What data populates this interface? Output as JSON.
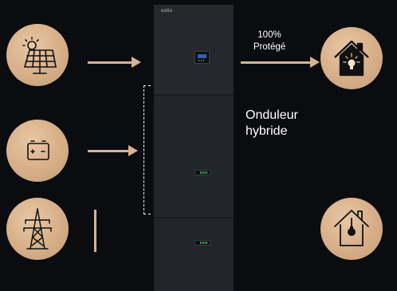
{
  "protected_label": "100% Protégé",
  "protected_line1": "100%",
  "protected_line2": "Protégé",
  "inverter_label_line1": "Onduleur",
  "inverter_label_line2": "hybride",
  "device_brand": "solis",
  "colors": {
    "background": "#0b0c10",
    "circle": "#d6ae87",
    "arrow": "#d8b38e",
    "cabinet": "#24262c",
    "icon": "#111111"
  },
  "icons": [
    "solar-panel-icon",
    "battery-icon",
    "power-pylon-icon",
    "house-bulb-on-icon",
    "house-bulb-off-icon"
  ]
}
